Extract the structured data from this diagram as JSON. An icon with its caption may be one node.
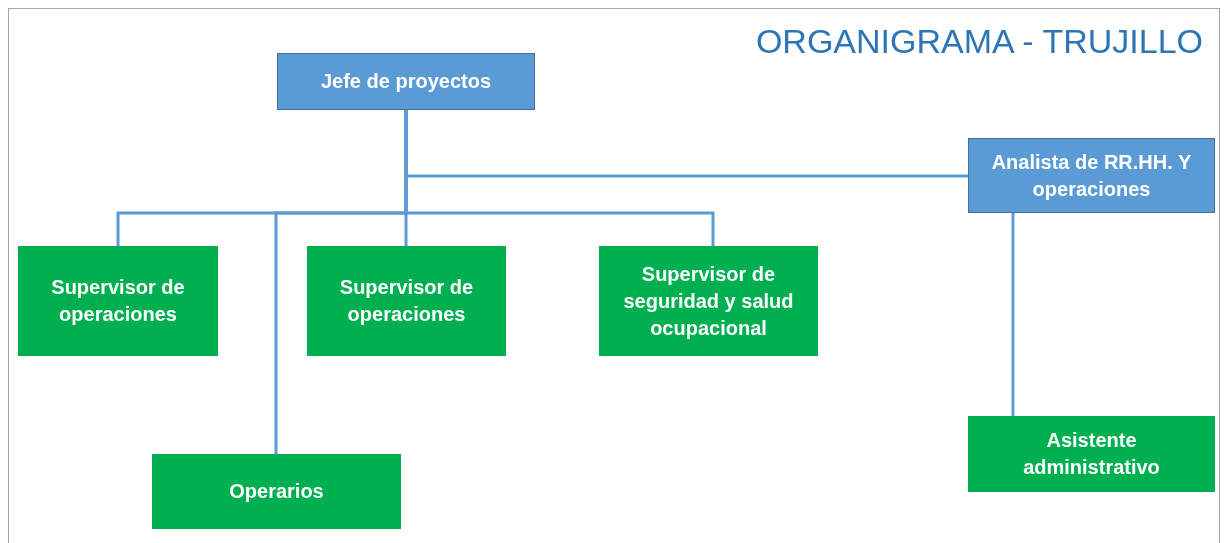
{
  "diagram": {
    "title": "ORGANIGRAMA - TRUJILLO",
    "nodes": [
      {
        "text": [
          "Jefe de proyectos"
        ]
      },
      {
        "text": [
          "Analista de RR.HH. Y operaciones"
        ]
      },
      {
        "text": [
          "Supervisor de operaciones"
        ]
      },
      {
        "text": [
          "Supervisor de operaciones"
        ]
      },
      {
        "text": [
          "Supervisor de seguridad y salud ocupacional"
        ]
      },
      {
        "text": [
          "Operarios"
        ]
      },
      {
        "text": [
          "Asistente administrativo"
        ]
      }
    ],
    "edges": [
      {
        "from": 0,
        "to": 1,
        "arrow": "none"
      },
      {
        "from": 0,
        "to": 2,
        "arrow": "none"
      },
      {
        "from": 0,
        "to": 3,
        "arrow": "none"
      },
      {
        "from": 0,
        "to": 4,
        "arrow": "none"
      },
      {
        "from": 0,
        "to": 5,
        "arrow": "none"
      },
      {
        "from": 1,
        "to": 6,
        "arrow": "none"
      }
    ]
  }
}
